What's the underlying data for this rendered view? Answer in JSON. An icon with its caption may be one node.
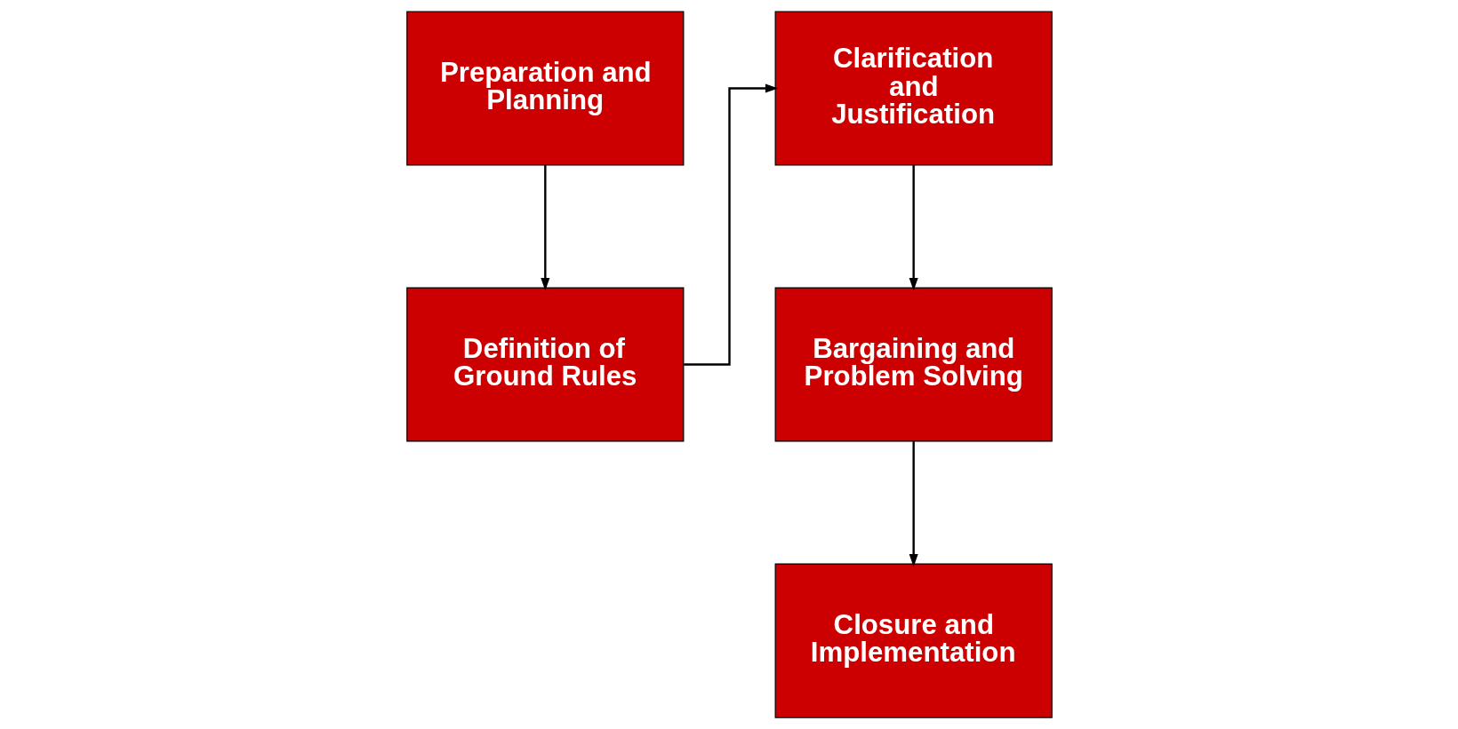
{
  "diagram": {
    "nodes": [
      {
        "text": [
          "Preparation and Planning"
        ]
      },
      {
        "text": [
          "Definition of Ground Rules"
        ]
      },
      {
        "text": [
          "Clarification and Justification"
        ]
      },
      {
        "text": [
          "Bargaining and Problem Solving"
        ]
      },
      {
        "text": [
          "Closure and Implementation"
        ]
      }
    ],
    "edges": [
      {
        "from": 0,
        "to": 1,
        "arrow": "to"
      },
      {
        "from": 1,
        "to": 2,
        "arrow": "to"
      },
      {
        "from": 2,
        "to": 3,
        "arrow": "to"
      },
      {
        "from": 3,
        "to": 4,
        "arrow": "to"
      }
    ]
  }
}
